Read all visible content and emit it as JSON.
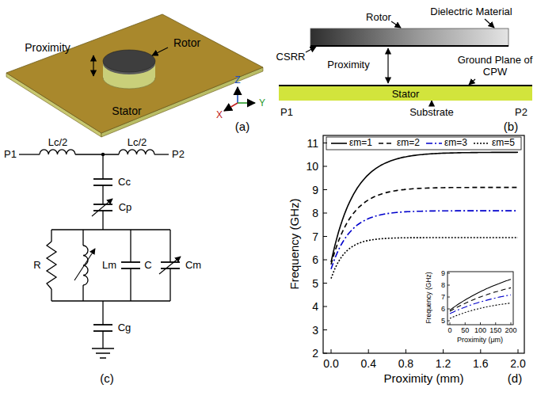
{
  "diagram": {
    "nodes": [
      {
        "text": [
          "Stator"
        ]
      }
    ],
    "labels": [
      "Proximity",
      "Rotor",
      "Stator",
      "Z",
      "X",
      "Y",
      "(a)",
      "Dielectric Material",
      "Rotor",
      "CSRR",
      "Proximity",
      "Ground Plane of CPW",
      "Substrate",
      "P1",
      "P2",
      "(b)",
      "P1",
      "Lc/2",
      "Lc/2",
      "P2",
      "Cc",
      "Cp",
      "R",
      "Lm",
      "C",
      "Cm",
      "Cg",
      "(c)",
      "2",
      "3",
      "4",
      "5",
      "6",
      "7",
      "8",
      "9",
      "10",
      "11",
      "0.0",
      "0.4",
      "0.8",
      "1.2",
      "1.6",
      "2.0",
      "Frequency (GHz)",
      "Proximity (mm)",
      "5",
      "6",
      "7",
      "8",
      "9",
      "0",
      "50",
      "100",
      "150",
      "200",
      "Frequency (GHz)",
      "Proximity (μm)",
      "(d)"
    ],
    "legend": [
      {
        "text": "εm=1"
      },
      {
        "text": "εm=2"
      },
      {
        "text": "εm=3"
      },
      {
        "text": "εm=5"
      }
    ]
  }
}
